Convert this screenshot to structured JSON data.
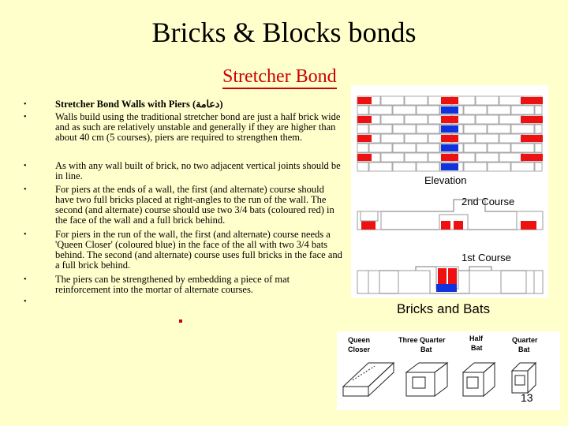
{
  "title": "Bricks & Blocks bonds",
  "subtitle": "Stretcher Bond",
  "bullets": [
    {
      "text": "Stretcher Bond Walls with Piers (دعامة)",
      "bold": true
    },
    {
      "text": "Walls build using the traditional stretcher bond are just a half brick wide and as such are relatively unstable and generally if they are higher than about 40 cm (5 courses), piers are required to strengthen them.",
      "bold": false
    },
    {
      "text": "As with any wall built of brick, no two adjacent vertical joints should be in line.",
      "bold": false
    },
    {
      "text": " For piers at the ends of a wall, the first (and alternate) course should have two full bricks placed at right-angles to the run of the wall. The second (and alternate) course should use two 3/4 bats (coloured red) in the face of the wall and a full brick behind.",
      "bold": false
    },
    {
      "text": "For piers in the run of the wall, the first (and alternate) course needs a 'Queen Closer' (coloured blue) in the face of the all with two 3/4 bats behind. The second (and alternate) course uses full bricks in the face and a full brick behind.",
      "bold": false
    },
    {
      "text": "The piers can be strengthened by embedding a piece of mat reinforcement into the mortar of alternate courses.",
      "bold": false
    },
    {
      "text": "",
      "bold": false
    }
  ],
  "bullet_symbol": "•",
  "diagram": {
    "elevation_label": "Elevation",
    "course2_label": "2nd Course",
    "course1_label": "1st Course"
  },
  "bats_caption": "Bricks and Bats",
  "bats": {
    "labels": [
      "Queen",
      "Closer",
      "Three Quarter",
      "Bat",
      "Half",
      "Bat",
      "Quarter",
      "Bat"
    ]
  },
  "page_number": "13",
  "colors": {
    "red": "#ee1111",
    "blue": "#1133dd",
    "subtitle": "#cc0000",
    "background": "#ffffcc"
  }
}
